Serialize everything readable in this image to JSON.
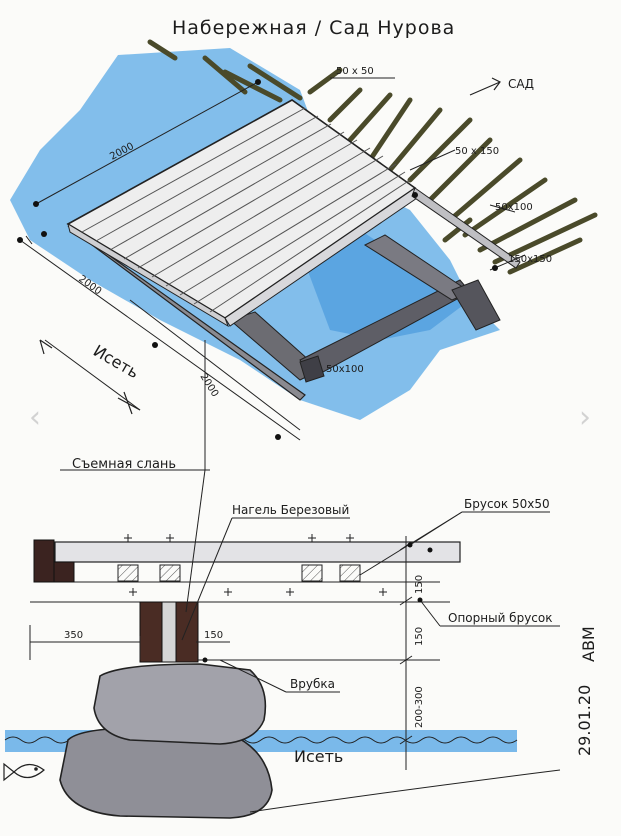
{
  "title": "Набережная / Сад Нурова",
  "plan": {
    "dim_top": "50 x 50",
    "dim_side": "2000",
    "dim_left": "2000",
    "dim_long": "2000",
    "label_garden": "САД",
    "label_50x150": "50 x 150",
    "label_50x100_right": "50x100",
    "label_150x150": "150x150",
    "label_50x100_bottom": "50x100",
    "label_river": "Исеть"
  },
  "section": {
    "label_removable": "Съемная слань",
    "label_nagel": "Нагель Березовый",
    "label_brusok": "Брусок 50х50",
    "label_support": "Опорный брусок",
    "label_cut": "Врубка",
    "label_river": "Исеть",
    "dim_150_a": "150",
    "dim_150_b": "150",
    "dim_150_c": "150",
    "dim_350": "350",
    "dim_200_300": "200-300"
  },
  "signature": {
    "date": "29.01.20",
    "initials": "ABM"
  },
  "colors": {
    "water": "#5aa9e6",
    "grass": "#4a4a2a",
    "stone": "#9a9aa2",
    "wood_dark": "#4a2c24",
    "beam": "#6c6c72"
  },
  "nav": {
    "prev": "‹",
    "next": "›"
  }
}
